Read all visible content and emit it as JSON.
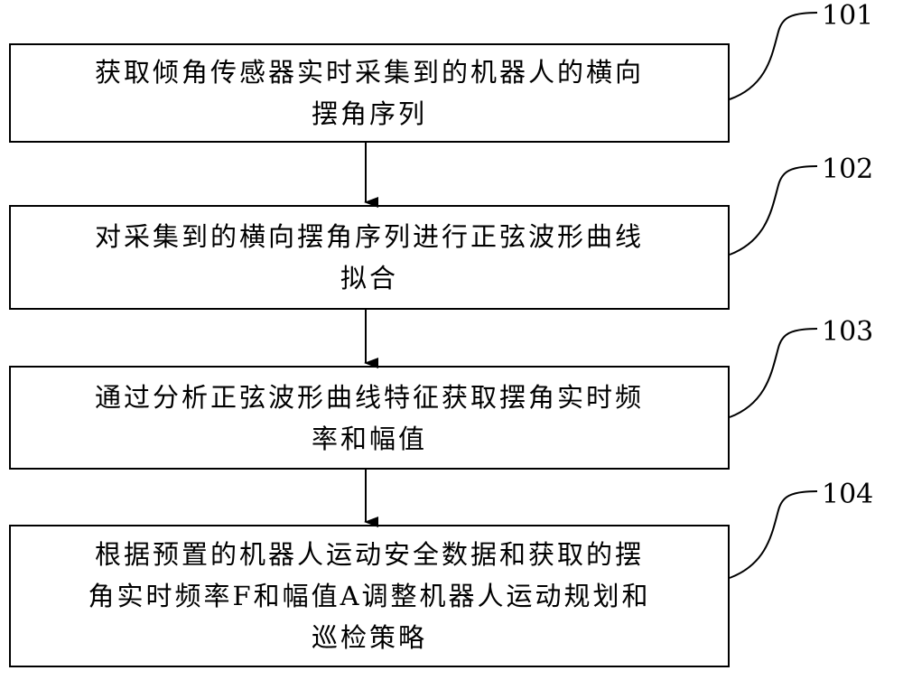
{
  "steps": [
    {
      "id": "101",
      "text": "获取倾角传感器实时采集到的机器人的横向\n摆角序列"
    },
    {
      "id": "102",
      "text": "对采集到的横向摆角序列进行正弦波形曲线\n拟合"
    },
    {
      "id": "103",
      "text": "通过分析正弦波形曲线特征获取摆角实时频\n率和幅值"
    },
    {
      "id": "104",
      "text": "根据预置的机器人运动安全数据和获取的摆\n角实时频率F和幅值A调整机器人运动规划和\n巡检策略"
    }
  ]
}
